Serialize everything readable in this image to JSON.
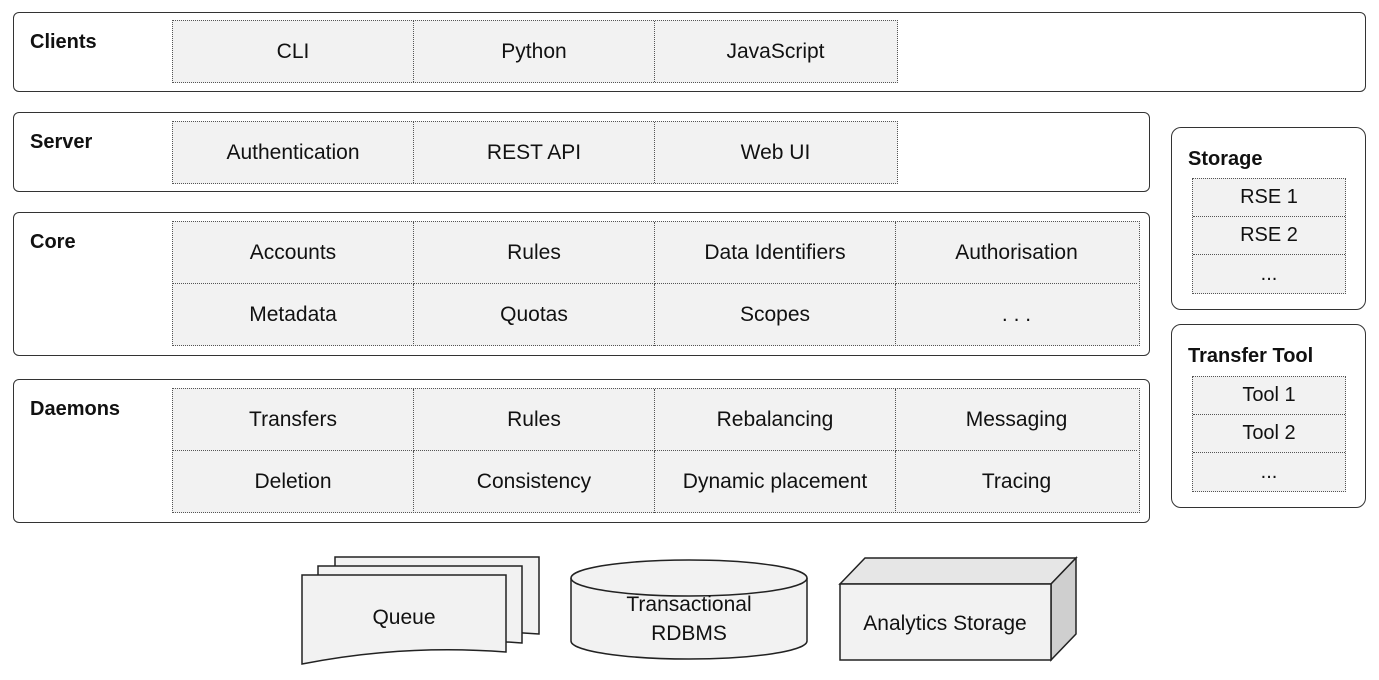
{
  "clients": {
    "title": "Clients",
    "items": [
      "CLI",
      "Python",
      "JavaScript"
    ]
  },
  "server": {
    "title": "Server",
    "items": [
      "Authentication",
      "REST API",
      "Web UI"
    ]
  },
  "core": {
    "title": "Core",
    "rows": [
      [
        "Accounts",
        "Rules",
        "Data Identifiers",
        "Authorisation"
      ],
      [
        "Metadata",
        "Quotas",
        "Scopes",
        ". . ."
      ]
    ]
  },
  "daemons": {
    "title": "Daemons",
    "rows": [
      [
        "Transfers",
        "Rules",
        "Rebalancing",
        "Messaging"
      ],
      [
        "Deletion",
        "Consistency",
        "Dynamic placement",
        "Tracing"
      ]
    ]
  },
  "storage": {
    "title": "Storage",
    "items": [
      "RSE 1",
      "RSE 2",
      "..."
    ]
  },
  "transfer_tool": {
    "title": "Transfer Tool",
    "items": [
      "Tool 1",
      "Tool 2",
      "..."
    ]
  },
  "backends": {
    "queue": "Queue",
    "rdbms_line1": "Transactional",
    "rdbms_line2": "RDBMS",
    "analytics": "Analytics Storage"
  }
}
